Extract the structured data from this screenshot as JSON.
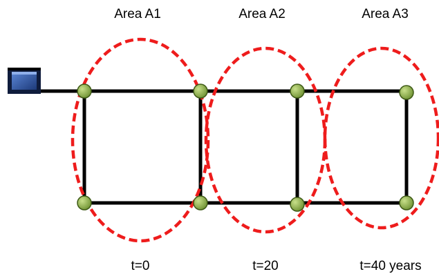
{
  "areas": [
    {
      "label": "Area A1",
      "time": "t=0"
    },
    {
      "label": "Area A2",
      "time": "t=20"
    },
    {
      "label": "Area A3",
      "time": "t=40 years"
    }
  ],
  "colors": {
    "pipe": "#000000",
    "node_fill": "#8aac45",
    "node_stroke": "#3e5a16",
    "area_boundary": "#ee1c1c",
    "tank_fill": "#2a4f9e",
    "tank_dark": "#0f1c3c"
  },
  "icons": {
    "source": "tank-icon",
    "junction": "node-icon"
  }
}
